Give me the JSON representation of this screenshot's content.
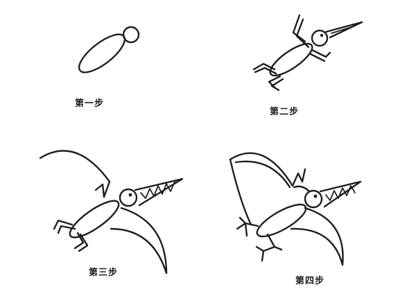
{
  "steps": [
    {
      "label": "第一步"
    },
    {
      "label": "第二步"
    },
    {
      "label": "第三步"
    },
    {
      "label": "第四步"
    }
  ]
}
